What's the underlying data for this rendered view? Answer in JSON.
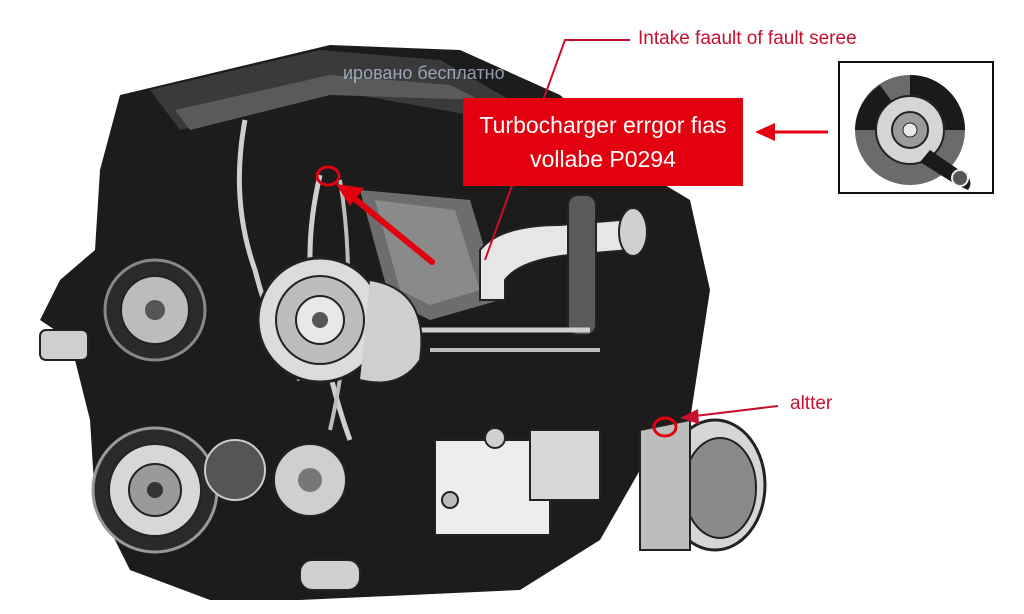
{
  "annotations": {
    "intake": "Intake faault of fault seree",
    "callout_line1": "Turbocharger errgor fιas",
    "callout_line2": "vollabe P0294",
    "alter": "altter"
  },
  "watermark": "ированo бесплатно",
  "colors": {
    "accent_red": "#e3000f",
    "annotation_red": "#c8102e",
    "engine_dark": "#1c1c1c",
    "engine_mid": "#7a7a7a",
    "engine_light": "#d9d9d9"
  }
}
